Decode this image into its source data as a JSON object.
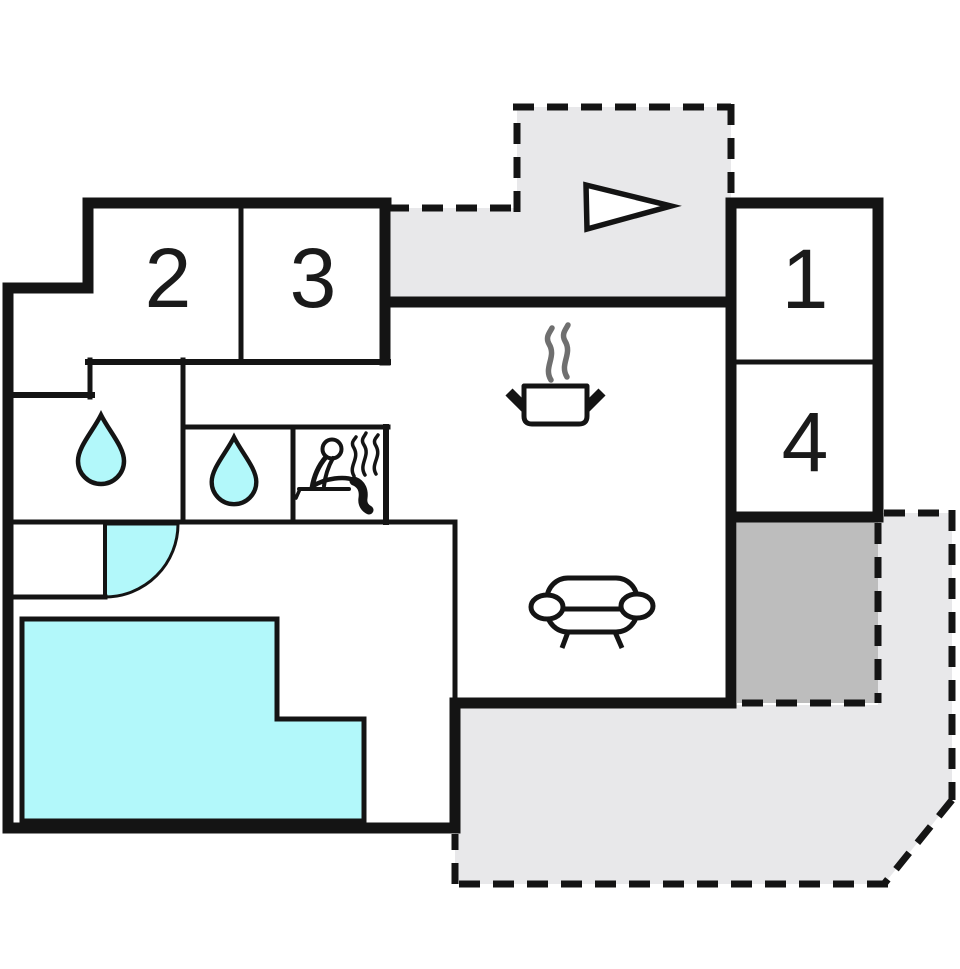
{
  "plan": {
    "type": "apartment-floor-plan",
    "rooms": [
      {
        "number": "1"
      },
      {
        "number": "2"
      },
      {
        "number": "3"
      },
      {
        "number": "4"
      }
    ],
    "icons": {
      "pennant": "right-pointing-pennant",
      "shower_main": "water-drop",
      "shower_second": "water-drop",
      "sauna": "person-on-bench-with-steam",
      "stove": "cooking-pot-with-steam",
      "sofa": "sofa",
      "door_swing": "quarter-circle-door-arc",
      "pool": "swimming-pool"
    },
    "colors": {
      "ink": "#141414",
      "water": "#b2f8fa",
      "terrace_light": "#e8e8ea",
      "terrace_covered": "#bdbdbd",
      "steam": "#6f6f6f",
      "background": "#ffffff"
    }
  }
}
